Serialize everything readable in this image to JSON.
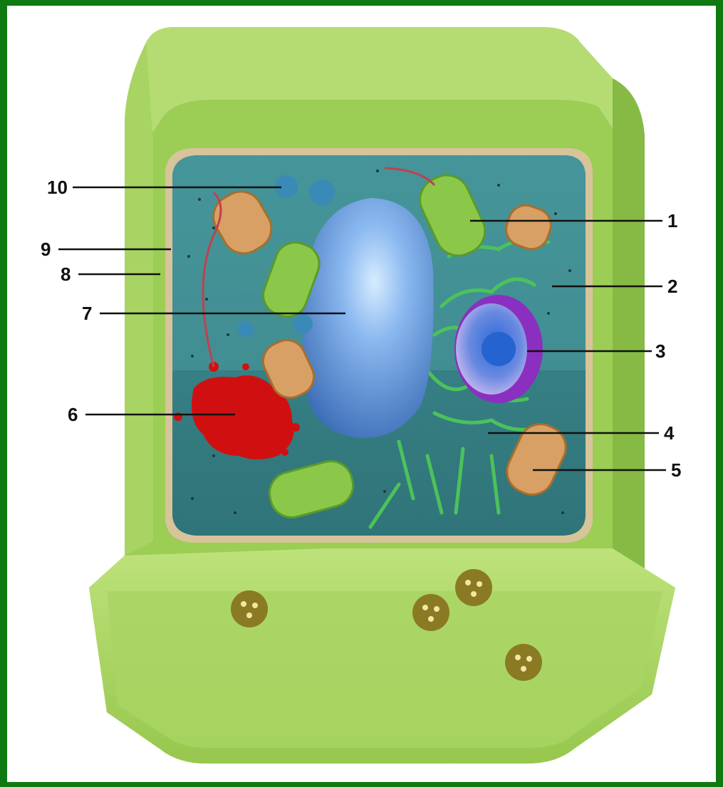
{
  "diagram": {
    "labels": [
      "1",
      "2",
      "3",
      "4",
      "5",
      "6",
      "7",
      "8",
      "9",
      "10"
    ],
    "colors": {
      "background": "#0f7a12",
      "cell_wall": "#a6d45a",
      "cytoplasm": "#4f9a9a",
      "vacuole": "#6e9fe0",
      "nucleus_envelope": "#8a2fc0",
      "golgi": "#d01010",
      "chloroplast": "#8bc84a",
      "mitochondrion": "#d9a066"
    }
  }
}
